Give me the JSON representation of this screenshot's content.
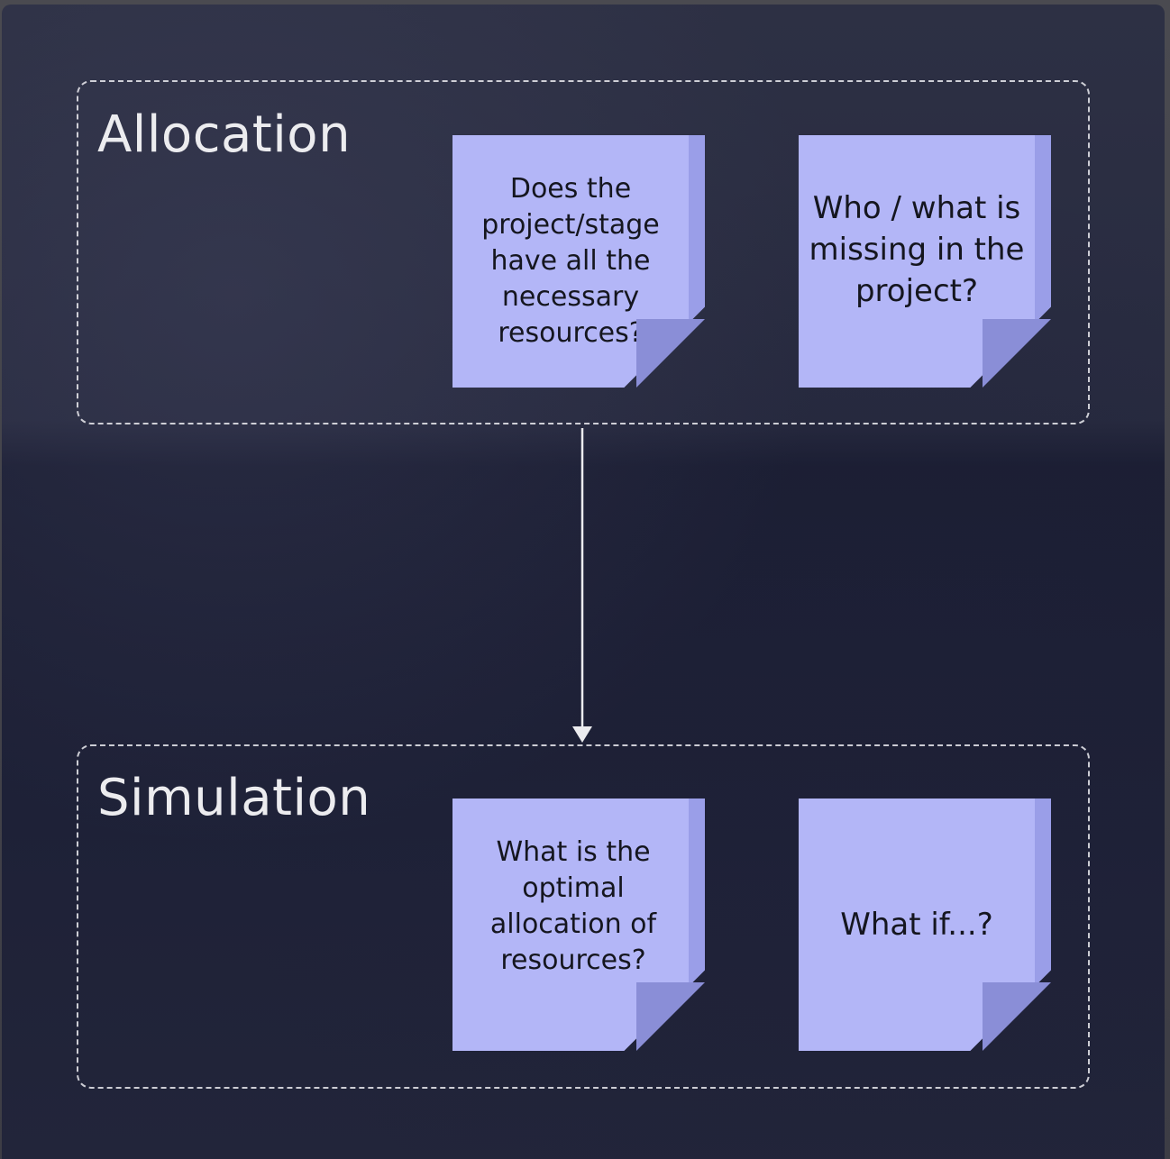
{
  "groups": [
    {
      "title": "Allocation",
      "notes": [
        {
          "text": "Does the project/stage have all the necessary resources?"
        },
        {
          "text": "Who / what is missing in the project?"
        }
      ]
    },
    {
      "title": "Simulation",
      "notes": [
        {
          "text": "What is the optimal allocation of resources?"
        },
        {
          "text": "What if...?"
        }
      ]
    }
  ],
  "colors": {
    "board_background": "#22253a",
    "note_fill": "#b3b6f7",
    "note_fold": "#8a8ed7",
    "dashed_border": "#ebebf0",
    "arrow": "#ececef"
  }
}
